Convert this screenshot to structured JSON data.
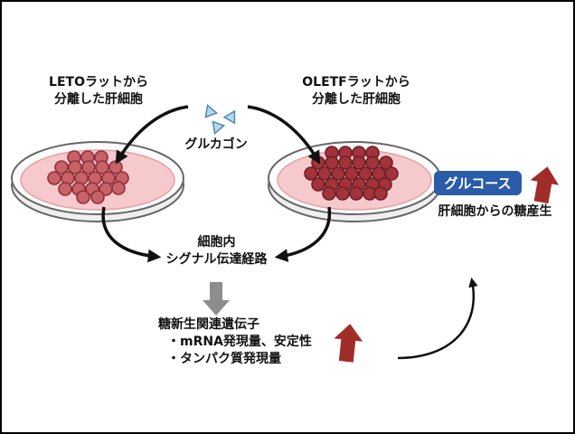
{
  "diagram": {
    "left_dish_label_line1": "LETOラットから",
    "left_dish_label_line2": "分離した肝細胞",
    "right_dish_label_line1": "OLETFラットから",
    "right_dish_label_line2": "分離した肝細胞",
    "glucagon_label": "グルカゴン",
    "pathway_line1": "細胞内",
    "pathway_line2": "シグナル伝達経路",
    "genes_title": "糖新生関連遺伝子",
    "genes_bullet1": "・mRNA発現量、安定性",
    "genes_bullet2": "・タンパク質発現量",
    "glucose_label": "グルコース",
    "glucose_caption": "肝細胞からの糖産生",
    "colors": {
      "glucose_box": "#2b5ca8",
      "up_arrow": "#a12d28",
      "gray_arrow": "#8d8d8d",
      "glucagon_triangle": "#b5d9ec",
      "dish_medium": "#f6c9cd",
      "left_cells": "#c96168",
      "right_cells": "#a2333a"
    }
  }
}
